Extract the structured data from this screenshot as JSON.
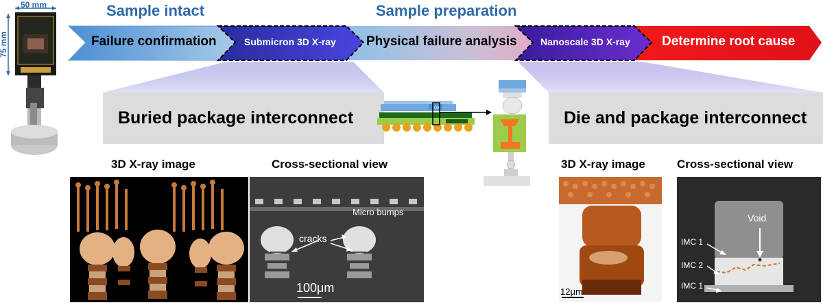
{
  "sample": {
    "width_label": "50 mm",
    "height_label": "75 mm"
  },
  "headers": {
    "left": "Sample intact",
    "right": "Sample preparation"
  },
  "process": [
    {
      "label": "Failure confirmation",
      "color": "#8fb8e0"
    },
    {
      "label": "Submicron 3D X-ray",
      "color": "#2e2ab3"
    },
    {
      "label": "Physical failure analysis",
      "color": "#d9b0c7"
    },
    {
      "label": "Nanoscale 3D X-ray",
      "color": "#4a1fb0"
    },
    {
      "label": "Determine root cause",
      "color": "#e8141c"
    }
  ],
  "panels": {
    "left": {
      "title": "Buried package interconnect",
      "caption_xray": "3D X-ray image",
      "caption_cross": "Cross-sectional view",
      "labels": {
        "micro_bumps": "Micro bumps",
        "cracks": "cracks",
        "scale": "100μm"
      }
    },
    "right": {
      "title": "Die and package interconnect",
      "caption_xray": "3D X-ray image",
      "caption_cross": "Cross-sectional view",
      "labels": {
        "void": "Void",
        "imc1_top": "IMC 1",
        "imc2": "IMC 2",
        "imc1_bottom": "IMC 1",
        "scale": "12μm"
      }
    }
  },
  "package": {
    "die_label": "Die"
  }
}
